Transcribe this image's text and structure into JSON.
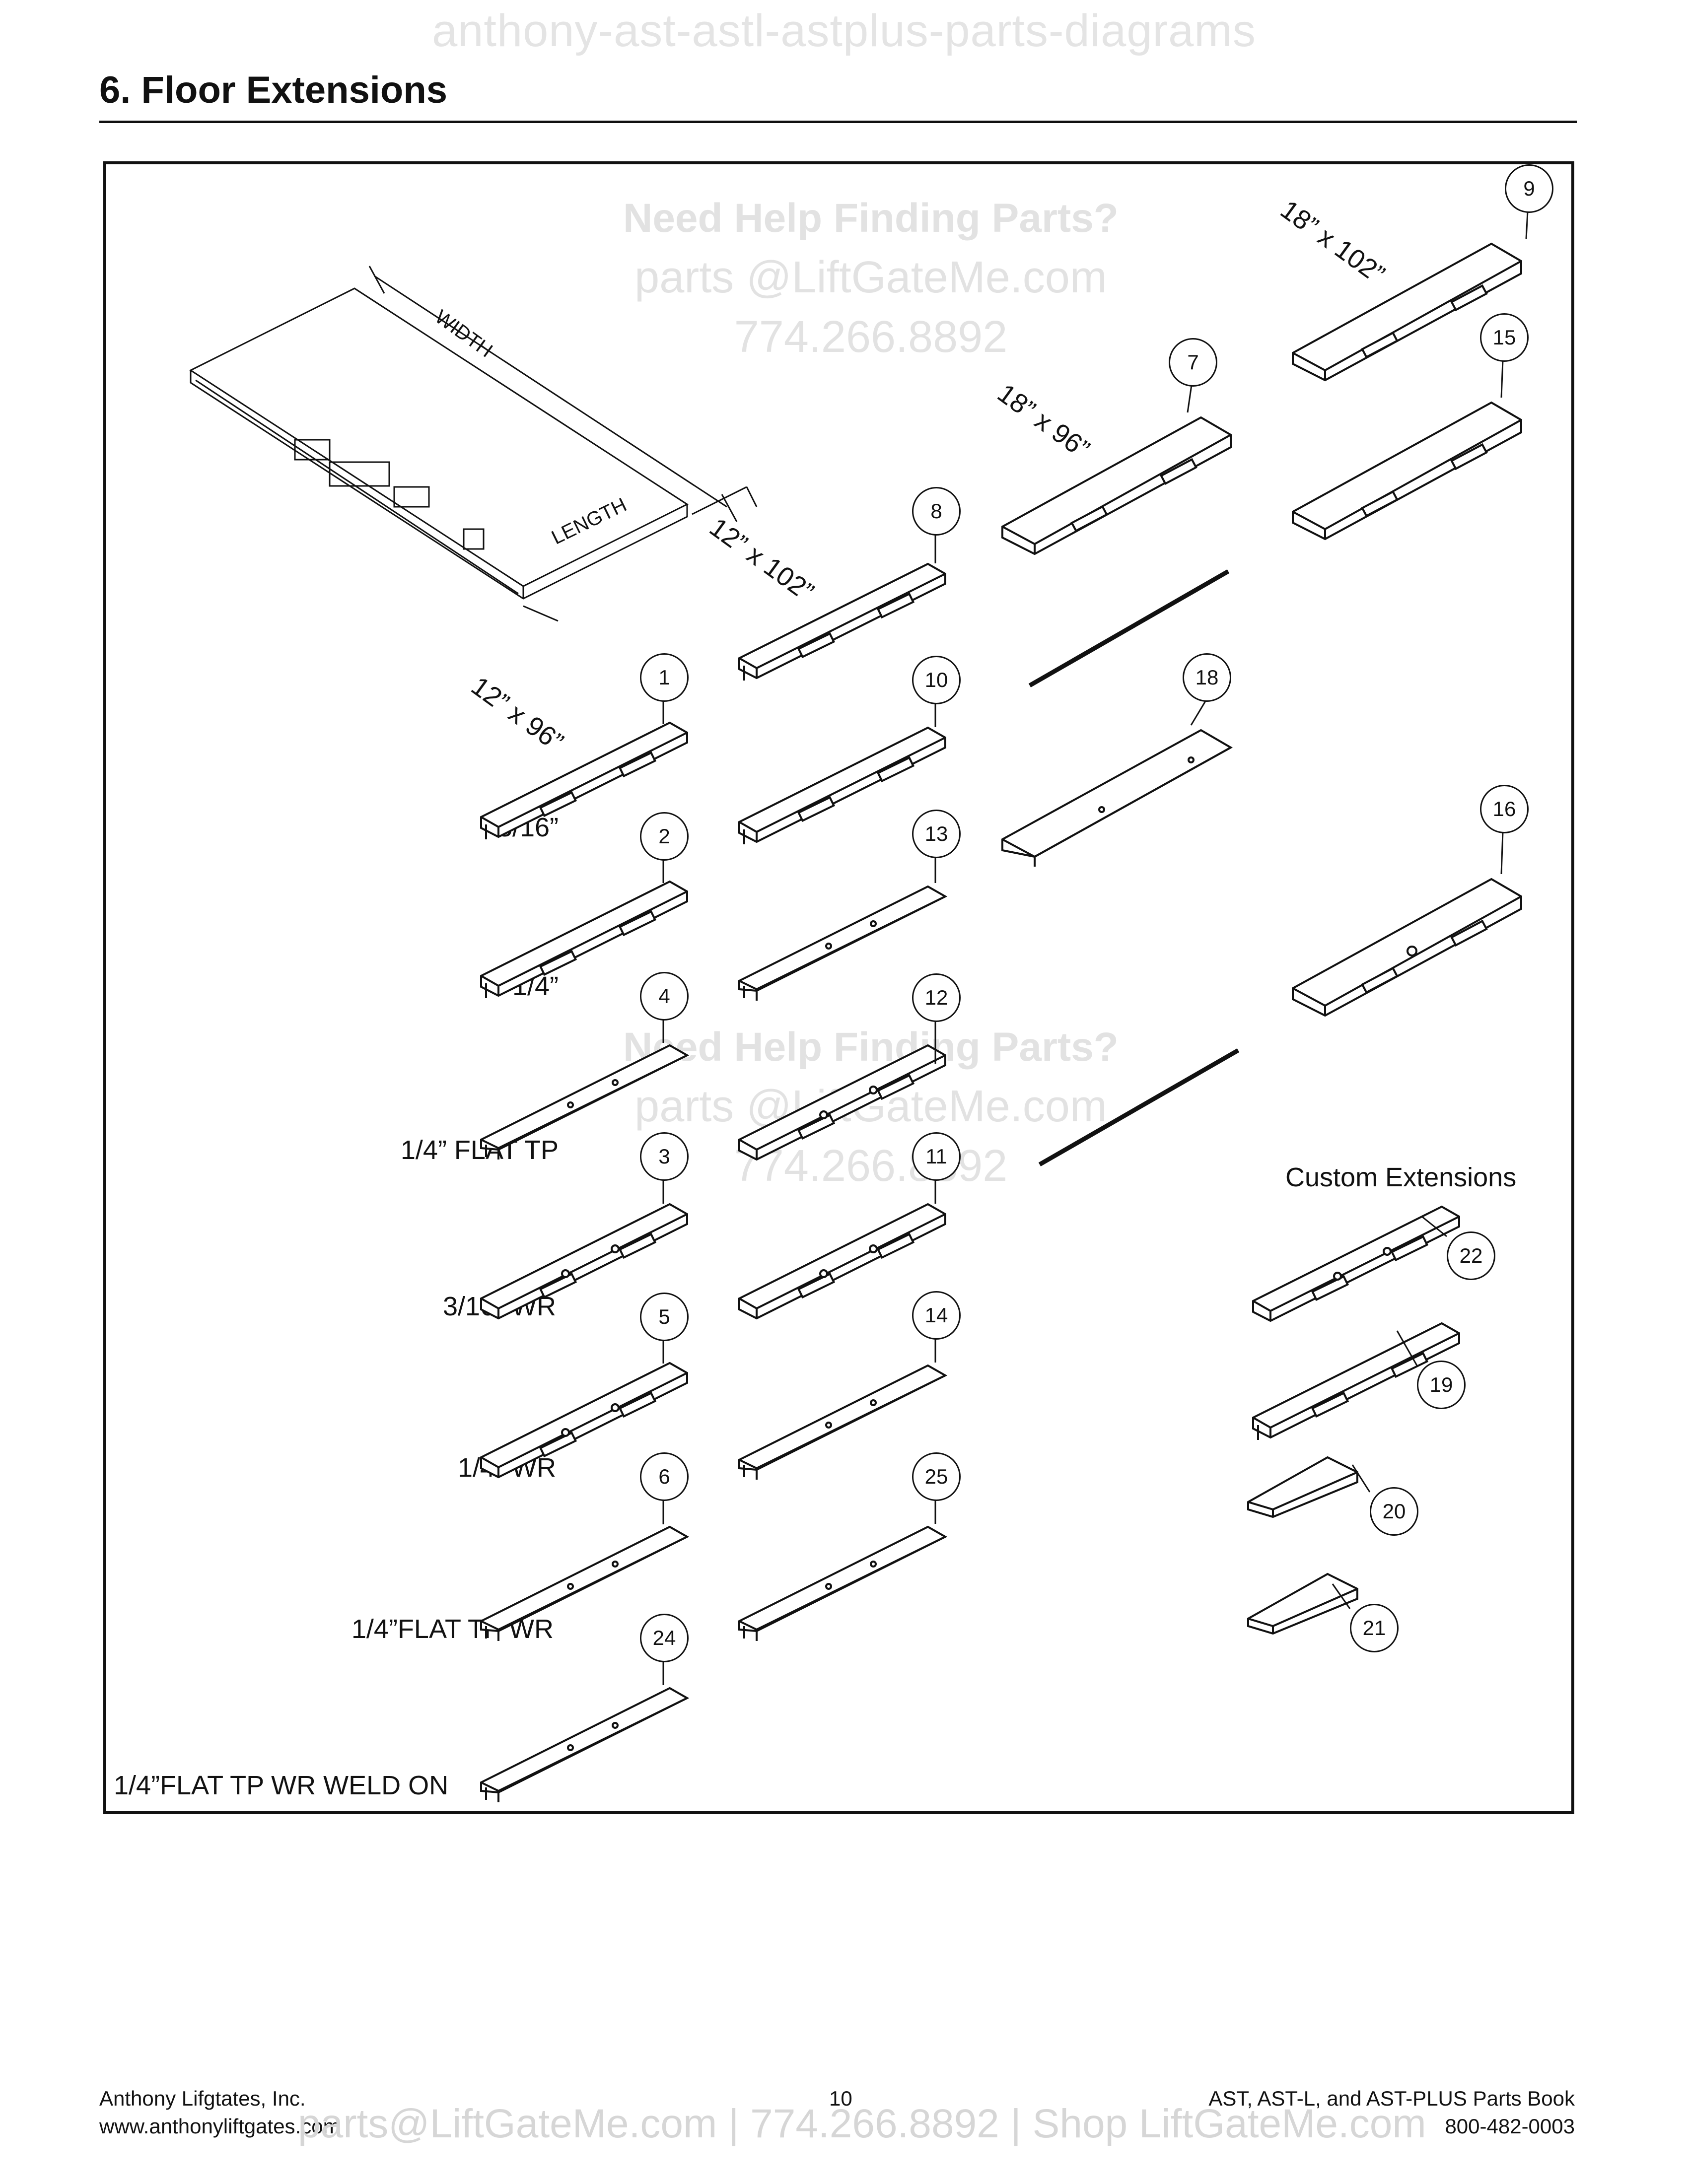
{
  "watermark_top": "anthony-ast-astl-astplus-parts-diagrams",
  "section_title": "6.  Floor Extensions",
  "diagram": {
    "help_watermark": {
      "heading": "Need Help Finding Parts?",
      "email": "parts @LiftGateMe.com",
      "phone": "774.266.8892"
    },
    "overview": {
      "width_label": "WIDTH",
      "length_label": "LENGTH"
    },
    "size_headers": {
      "col1": "12” x 96”",
      "col2": "12” x 102”",
      "col3": "18” x 96”",
      "col4": "18” x 102”"
    },
    "row_labels": {
      "r1": "3/16”",
      "r2": "1/4”",
      "r3": "1/4”  FLAT  TP",
      "r4": "3/16”  WR",
      "r5": "1/4”  WR",
      "r6": "1/4”FLAT  TP  WR",
      "r7": "1/4”FLAT  TP  WR  WELD ON"
    },
    "custom_heading": "Custom Extensions",
    "callouts": {
      "c1": "1",
      "c2": "2",
      "c3": "3",
      "c4": "4",
      "c5": "5",
      "c6": "6",
      "c24": "24",
      "c8": "8",
      "c10": "10",
      "c13": "13",
      "c12": "12",
      "c11": "11",
      "c14": "14",
      "c25": "25",
      "c7": "7",
      "c18": "18",
      "c9": "9",
      "c15": "15",
      "c16": "16",
      "c22": "22",
      "c19": "19",
      "c20": "20",
      "c21": "21"
    }
  },
  "footer": {
    "company": "Anthony Lifgtates, Inc.",
    "website": "www.anthonyliftgates.com",
    "page_number": "10",
    "book_title": "AST, AST-L, and AST-PLUS Parts Book",
    "phone": "800-482-0003",
    "contact_watermark": "parts@LiftGateMe.com | 774.266.8892 | Shop LiftGateMe.com"
  }
}
